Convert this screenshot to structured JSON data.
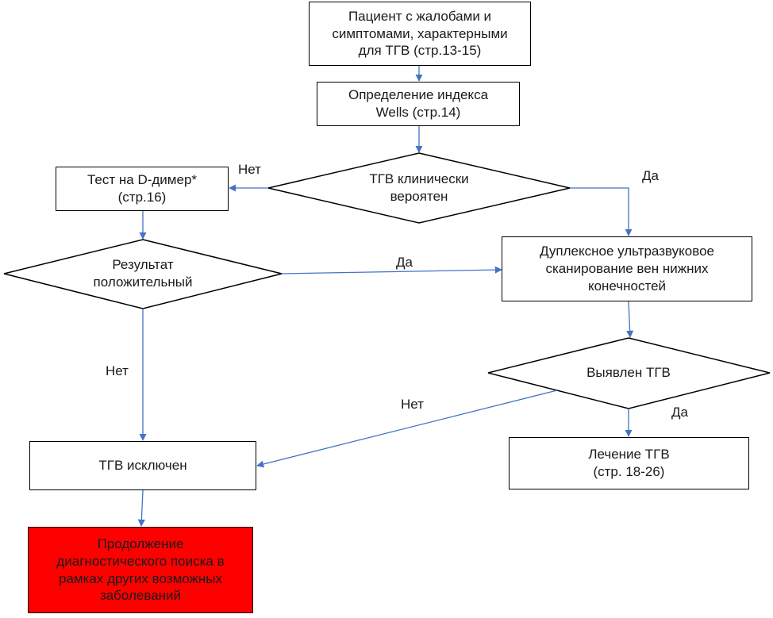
{
  "nodes": {
    "patient": "Пациент с жалобами и\nсимптомами, характерными\nдля ТГВ (стр.13-15)",
    "wells": "Определение индекса\nWells (стр.14)",
    "dvt_likely": "ТГВ клинически\nвероятен",
    "ddimer": "Тест на D-димер*\n(стр.16)",
    "result_positive": "Результат\nположительный",
    "duplex": "Дуплексное ультразвуковое\nсканирование вен нижних\nконечностей",
    "dvt_found": "Выявлен ТГВ",
    "dvt_excluded": "ТГВ исключен",
    "treatment": "Лечение ТГВ\n(стр. 18-26)",
    "continue_search": "Продолжение\nдиагностического поиска в\nрамках других возможных\nзаболеваний"
  },
  "edge_labels": {
    "likely_no": "Нет",
    "likely_yes": "Да",
    "result_yes": "Да",
    "result_no": "Нет",
    "found_no": "Нет",
    "found_yes": "Да"
  },
  "colors": {
    "arrow": "#4472c4",
    "highlight_box": "#ff0000"
  }
}
